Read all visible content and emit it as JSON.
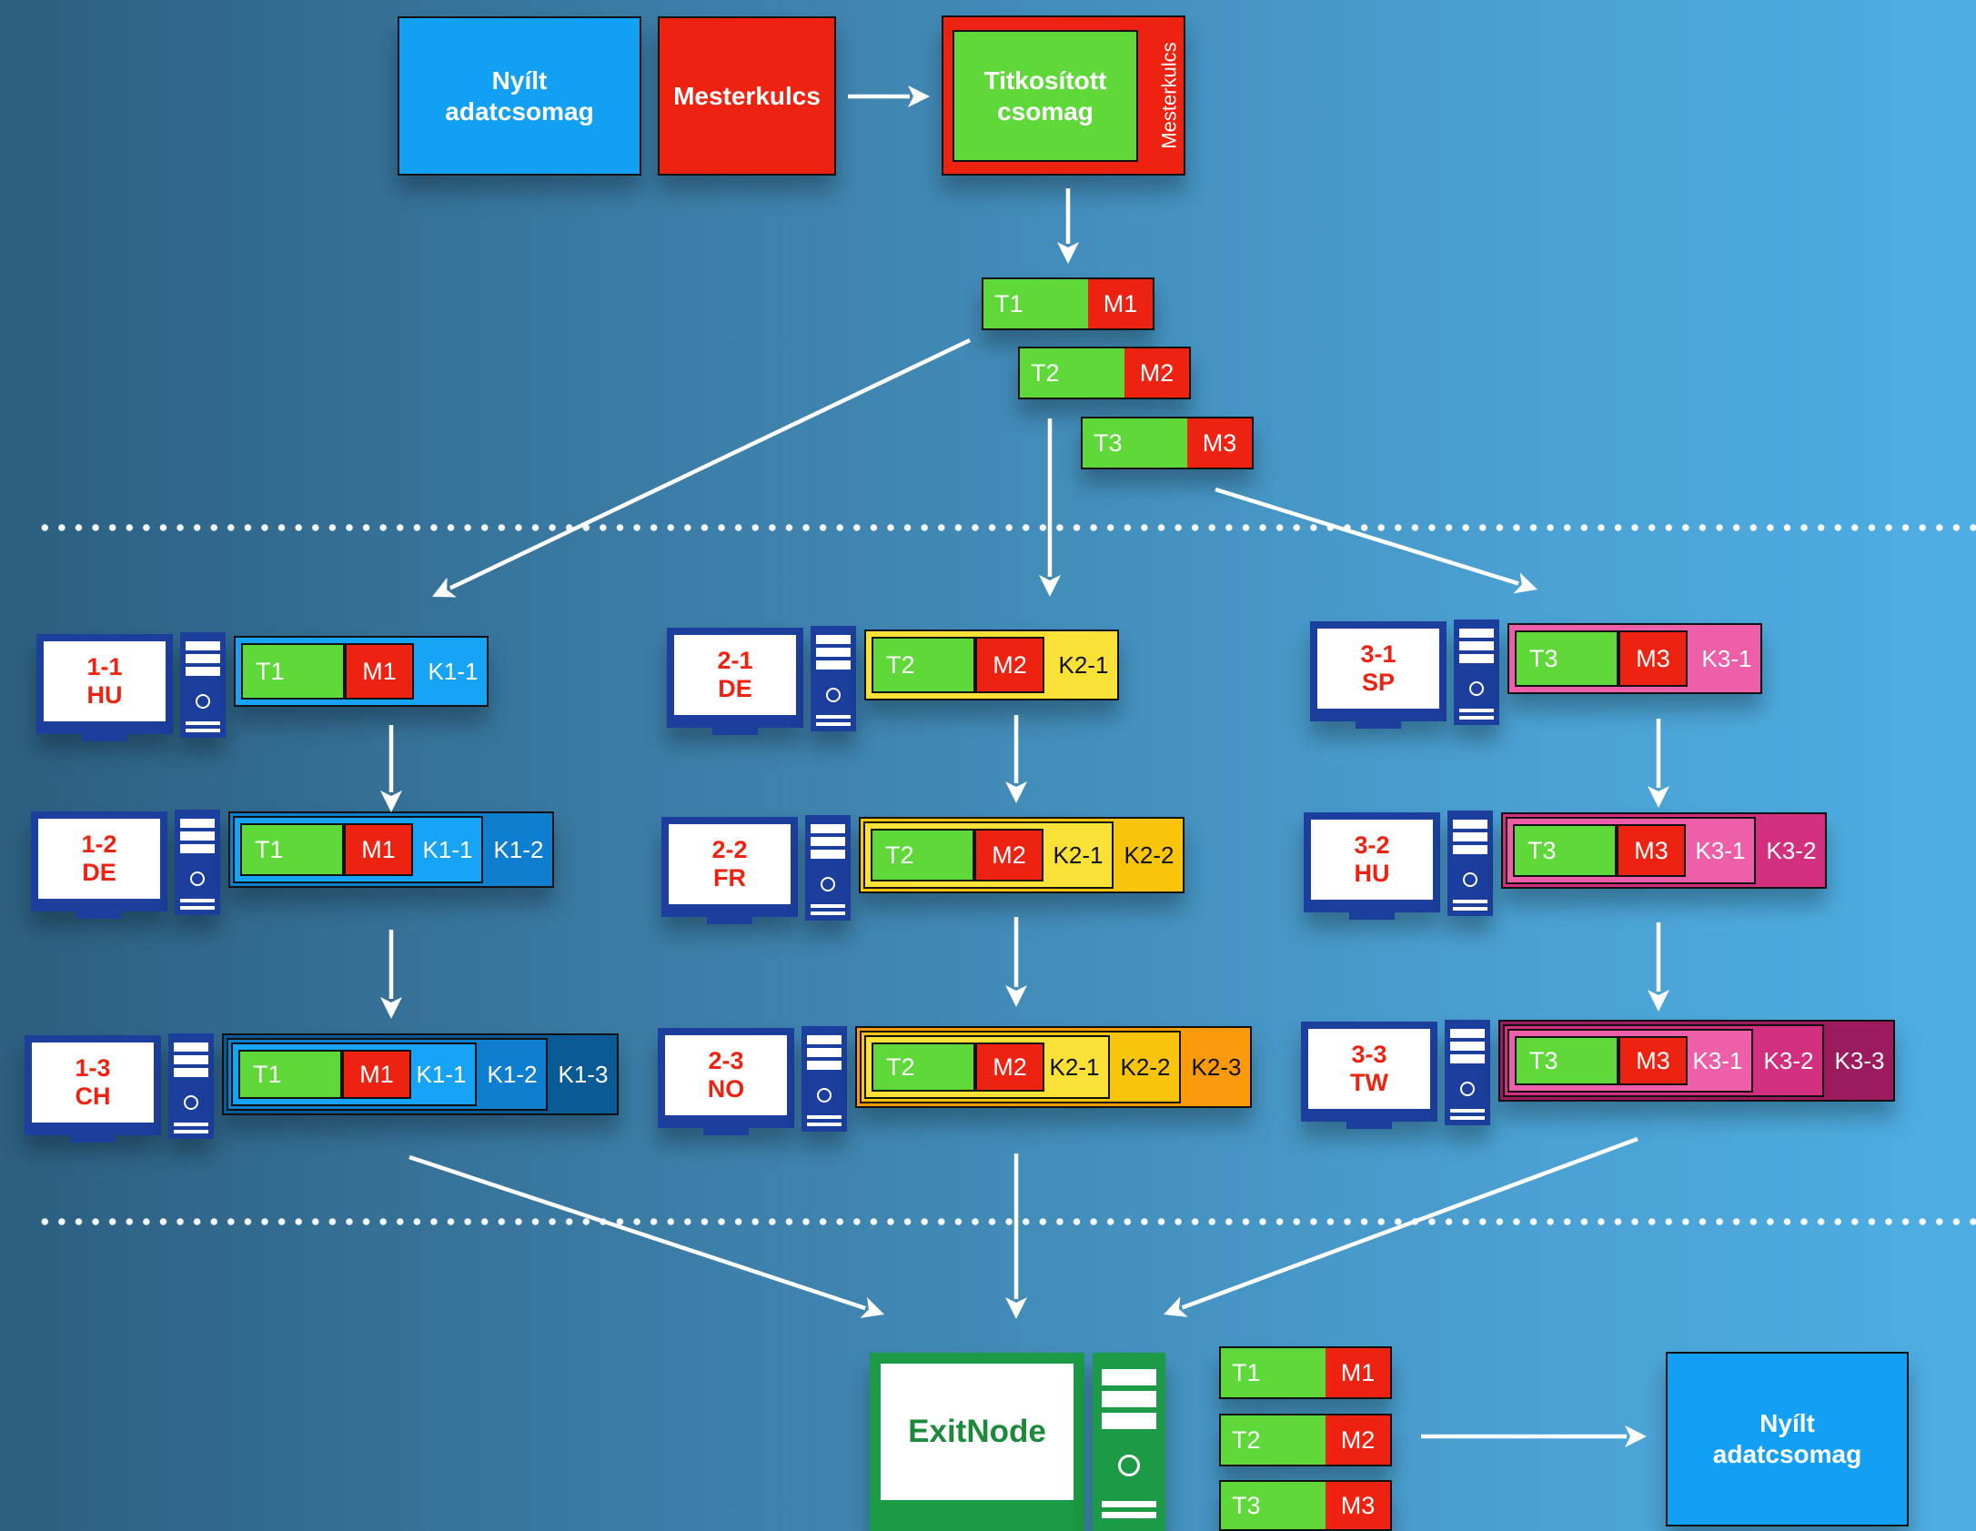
{
  "top": {
    "plain_packet": "Nyílt\nadatcsomag",
    "master_key": "Mesterkulcs",
    "encrypted_packet": "Titkosított\ncsomag",
    "encrypted_side_label": "Mesterkulcs"
  },
  "fragments": [
    {
      "t": "T1",
      "m": "M1"
    },
    {
      "t": "T2",
      "m": "M2"
    },
    {
      "t": "T3",
      "m": "M3"
    }
  ],
  "chains": [
    {
      "nodes": [
        {
          "label": "1-1\nHU",
          "keys": [
            "K1-1"
          ]
        },
        {
          "label": "1-2\nDE",
          "keys": [
            "K1-1",
            "K1-2"
          ]
        },
        {
          "label": "1-3\nCH",
          "keys": [
            "K1-1",
            "K1-2",
            "K1-3"
          ]
        }
      ]
    },
    {
      "nodes": [
        {
          "label": "2-1\nDE",
          "keys": [
            "K2-1"
          ]
        },
        {
          "label": "2-2\nFR",
          "keys": [
            "K2-1",
            "K2-2"
          ]
        },
        {
          "label": "2-3\nNO",
          "keys": [
            "K2-1",
            "K2-2",
            "K2-3"
          ]
        }
      ]
    },
    {
      "nodes": [
        {
          "label": "3-1\nSP",
          "keys": [
            "K3-1"
          ]
        },
        {
          "label": "3-2\nHU",
          "keys": [
            "K3-1",
            "K3-2"
          ]
        },
        {
          "label": "3-3\nTW",
          "keys": [
            "K3-1",
            "K3-2",
            "K3-3"
          ]
        }
      ]
    }
  ],
  "exit": {
    "label": "ExitNode",
    "output_packet": "Nyílt\nadatcsomag"
  },
  "colors": {
    "blue_packet": "#12a0f5",
    "red": "#ee2211",
    "green": "#5fd83a",
    "chain1": [
      "#17a4f6",
      "#0e7fcf",
      "#0a5a96"
    ],
    "chain2": [
      "#f9e137",
      "#f8c40c",
      "#fb9a0a"
    ],
    "chain3": [
      "#ee5faa",
      "#d2307f",
      "#9c1a5e"
    ],
    "exit_green": "#1c9a45",
    "pc_blue": "#1c3f9e"
  }
}
